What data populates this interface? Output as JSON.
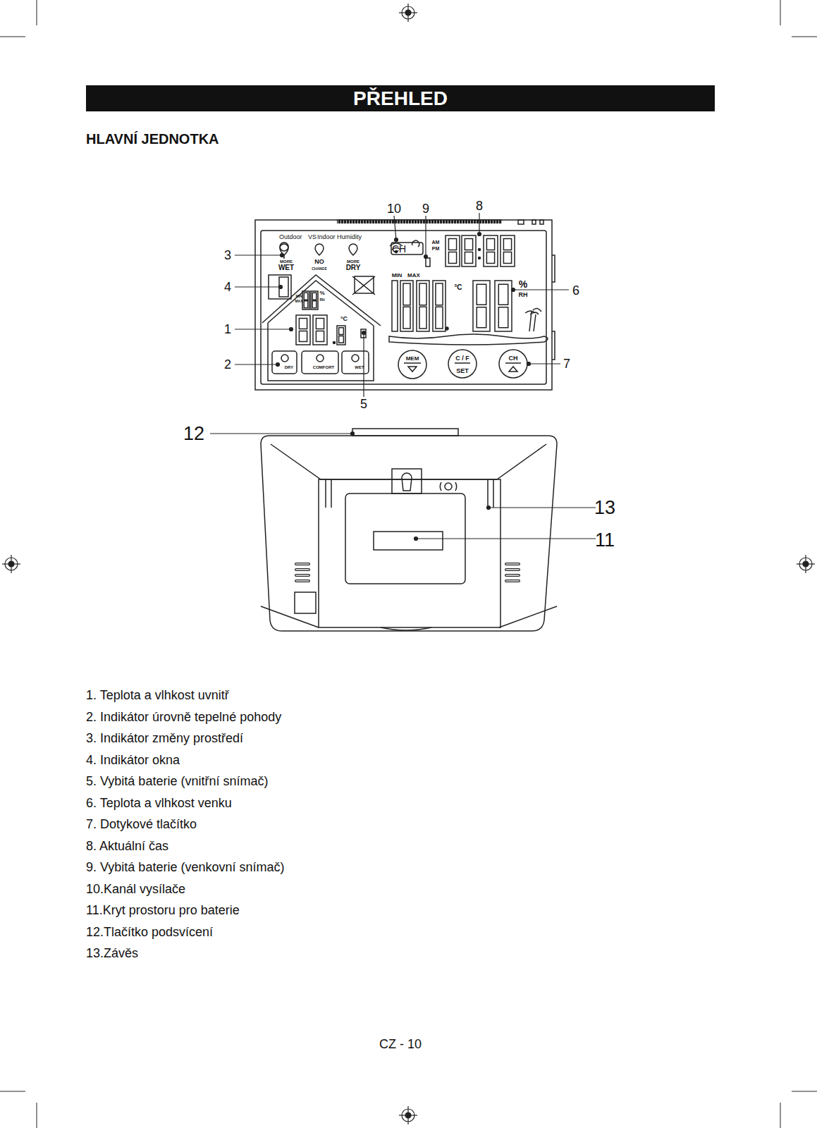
{
  "diagram": {
    "title": "PŘEHLED",
    "labels": [
      "HLAVNÍ JEDNOTKA",
      "10",
      "9",
      "8",
      "3",
      "4",
      "6",
      "1",
      "2",
      "7",
      "5",
      "12",
      "13",
      "11",
      "Outdoor",
      "VS",
      "Indoor Humidity",
      "MORE",
      "WET",
      "NO",
      "CHANGE",
      "MORE",
      "DRY",
      "MIN",
      "MAX",
      "AM",
      "PM",
      "CH",
      "°C",
      "%",
      "RH",
      "MIN",
      "MAX",
      "%",
      "RH",
      "°C",
      "DRY",
      "COMFORT",
      "WET",
      "MEM",
      "C / F",
      "SET",
      "CH",
      "1. Teplota a vlhkost uvnitř",
      "2. Indikátor úrovně tepelné pohody",
      "3. Indikátor změny prostředí",
      "4. Indikátor okna",
      "5. Vybitá baterie (vnitřní snímač)",
      "6. Teplota a vlhkost venku",
      "7. Dotykové tlačítko",
      "8. Aktuální čas",
      "9. Vybitá baterie (venkovní snímač)",
      "10.Kanál vysílače",
      "11.Kryt prostoru pro baterie",
      "12.Tlačítko podsvícení",
      "13.Závěs",
      "CZ - 10"
    ]
  }
}
